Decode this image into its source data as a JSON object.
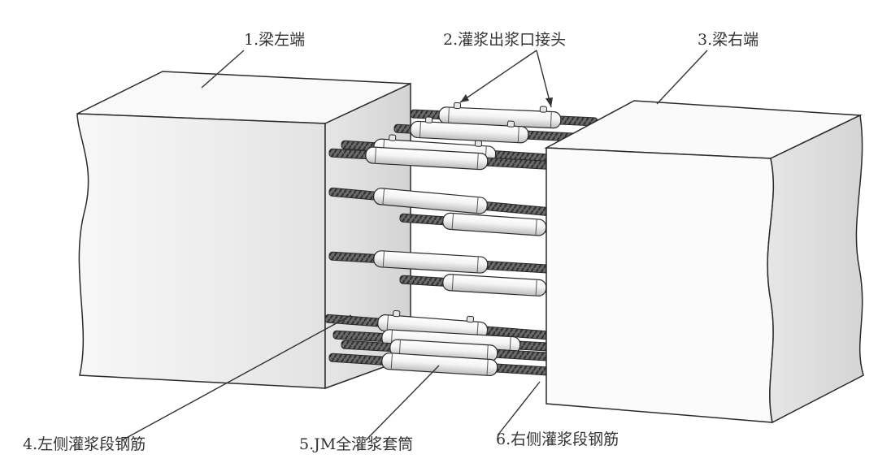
{
  "labels": {
    "beam_left": "1.梁左端",
    "grout_port": "2.灌浆出浆口接头",
    "beam_right": "3.梁右端",
    "left_rebar": "4.左侧灌浆段钢筋",
    "sleeve": "5.JM全灌浆套筒",
    "right_rebar": "6.右侧灌浆段钢筋"
  },
  "colors": {
    "background": "#ffffff",
    "concrete_front": "#eeeeee",
    "concrete_side": "#dedede",
    "outline": "#2a2a2a",
    "rebar": "#555555",
    "sleeve": "#f2f2f2",
    "label_text": "#333333"
  }
}
